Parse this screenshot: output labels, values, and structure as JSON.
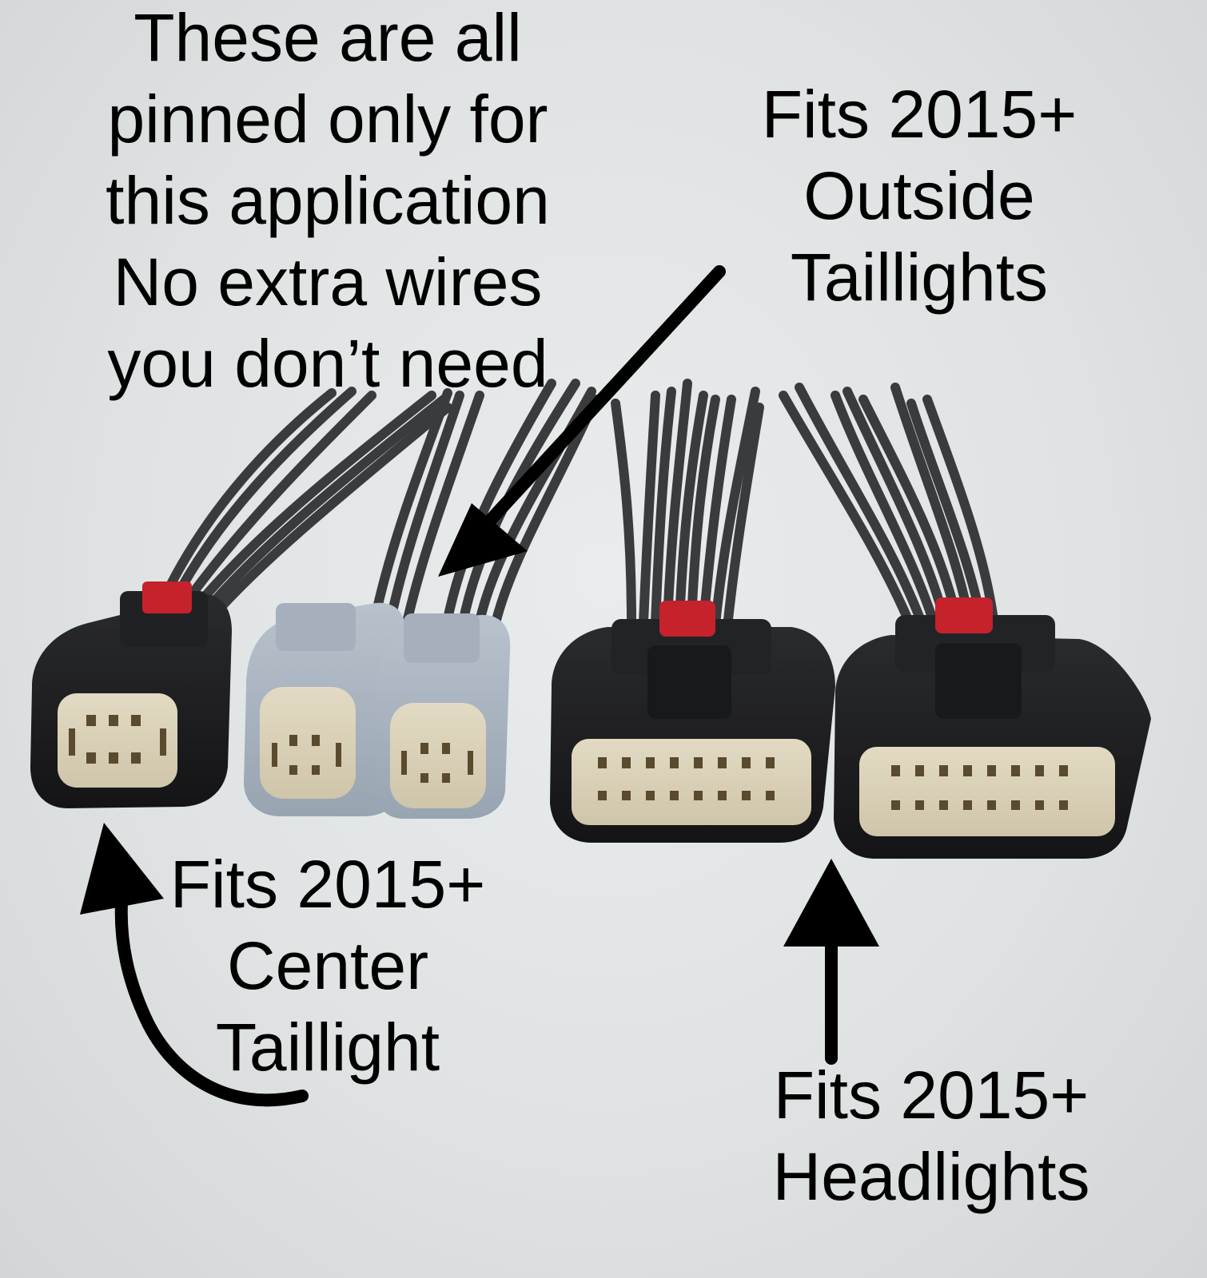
{
  "captions": {
    "pinned_note": {
      "lines": [
        "These are all",
        "pinned only for",
        "this application",
        "No extra wires",
        "you don’t need"
      ]
    },
    "outside_taillights": {
      "lines": [
        "Fits 2015+",
        "Outside",
        "Taillights"
      ]
    },
    "center_taillight": {
      "lines": [
        "Fits 2015+",
        "Center",
        "Taillight"
      ]
    },
    "headlights": {
      "lines": [
        "Fits 2015+",
        "Headlights"
      ]
    }
  },
  "connectors": [
    {
      "name": "center-taillight-connector",
      "housing_color": "#1c1d1f",
      "insert_color": "#d8cfb6",
      "latch_color": "#c5222b",
      "pins": 6
    },
    {
      "name": "outside-taillight-connector-left",
      "housing_color": "#a9b4c0",
      "insert_color": "#d8cfb6",
      "pins": 4
    },
    {
      "name": "outside-taillight-connector-right",
      "housing_color": "#a9b4c0",
      "insert_color": "#d8cfb6",
      "pins": 4
    },
    {
      "name": "headlight-connector-left",
      "housing_color": "#1c1d1f",
      "insert_color": "#d8cfb6",
      "latch_color": "#c5222b",
      "pins": 16
    },
    {
      "name": "headlight-connector-right",
      "housing_color": "#1c1d1f",
      "insert_color": "#d8cfb6",
      "latch_color": "#c5222b",
      "pins": 16
    }
  ],
  "colors": {
    "wire": "#3a3b3d",
    "arrow": "#000000"
  }
}
